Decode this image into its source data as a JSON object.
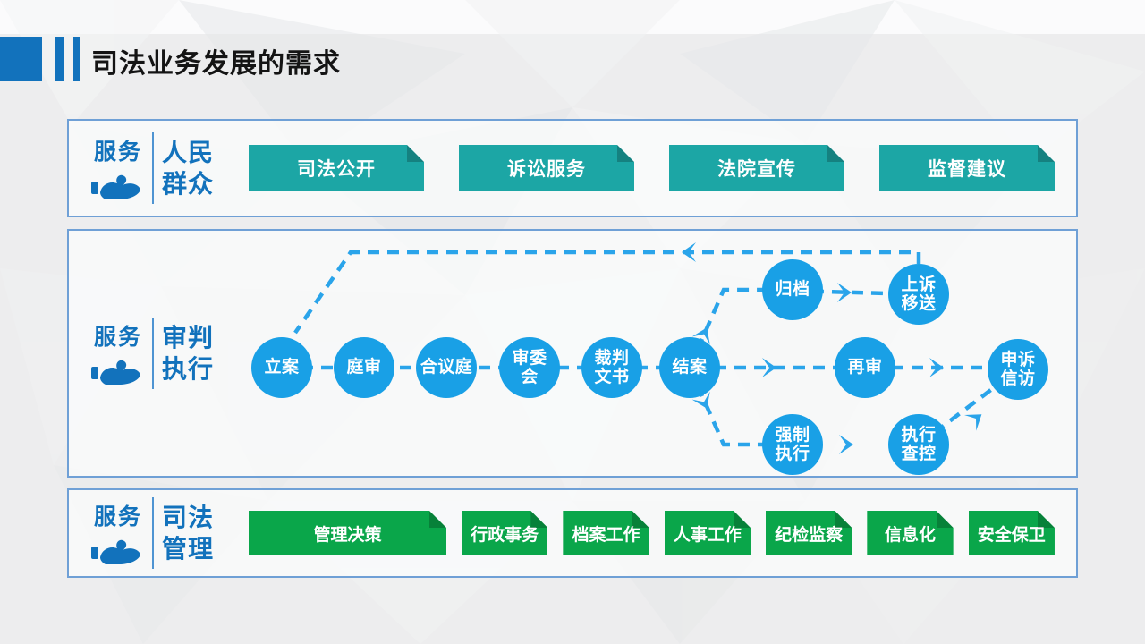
{
  "title": "司法业务发展的需求",
  "colors": {
    "accent_blue": "#1272bc",
    "panel_border_blue": "#6fa0d6",
    "teal_button": "#1ca6a5",
    "green_button": "#0aa64a",
    "flow_circle_blue": "#19a0e6",
    "flow_line_blue": "#2aa4ea",
    "title_text": "#141414"
  },
  "section1": {
    "service_label": "服务",
    "target": "人民\n群众",
    "buttons": [
      "司法公开",
      "诉讼服务",
      "法院宣传",
      "监督建议"
    ]
  },
  "section2": {
    "service_label": "服务",
    "target": "审判\n执行",
    "nodes": [
      {
        "id": "lian",
        "label": "立案"
      },
      {
        "id": "tingshen",
        "label": "庭审"
      },
      {
        "id": "heyiting",
        "label": "合议庭"
      },
      {
        "id": "shenweihui",
        "label": "审委\n会"
      },
      {
        "id": "caipanwenshu",
        "label": "裁判\n文书"
      },
      {
        "id": "jiean",
        "label": "结案"
      },
      {
        "id": "guidang",
        "label": "归档"
      },
      {
        "id": "shangsuyisong",
        "label": "上诉\n移送"
      },
      {
        "id": "zaishen",
        "label": "再审"
      },
      {
        "id": "shensuxinfang",
        "label": "申诉\n信访"
      },
      {
        "id": "qiangzhizhixing",
        "label": "强制\n执行"
      },
      {
        "id": "zhixingchakong",
        "label": "执行\n查控"
      }
    ],
    "edges": [
      {
        "from": "立案",
        "to": "庭审"
      },
      {
        "from": "庭审",
        "to": "合议庭"
      },
      {
        "from": "合议庭",
        "to": "审委会"
      },
      {
        "from": "审委会",
        "to": "裁判文书"
      },
      {
        "from": "裁判文书",
        "to": "结案"
      },
      {
        "from": "结案",
        "to": "归档"
      },
      {
        "from": "归档",
        "to": "上诉移送"
      },
      {
        "from": "结案",
        "to": "再审"
      },
      {
        "from": "再审",
        "to": "申诉信访"
      },
      {
        "from": "结案",
        "to": "强制执行"
      },
      {
        "from": "强制执行",
        "to": "执行查控"
      },
      {
        "from": "执行查控",
        "to": "申诉信访"
      },
      {
        "from": "上诉移送",
        "to": "立案",
        "type": "feedback"
      }
    ]
  },
  "section3": {
    "service_label": "服务",
    "target": "司法\n管理",
    "buttons": [
      "管理决策",
      "行政事务",
      "档案工作",
      "人事工作",
      "纪检监察",
      "信息化",
      "安全保卫"
    ]
  }
}
